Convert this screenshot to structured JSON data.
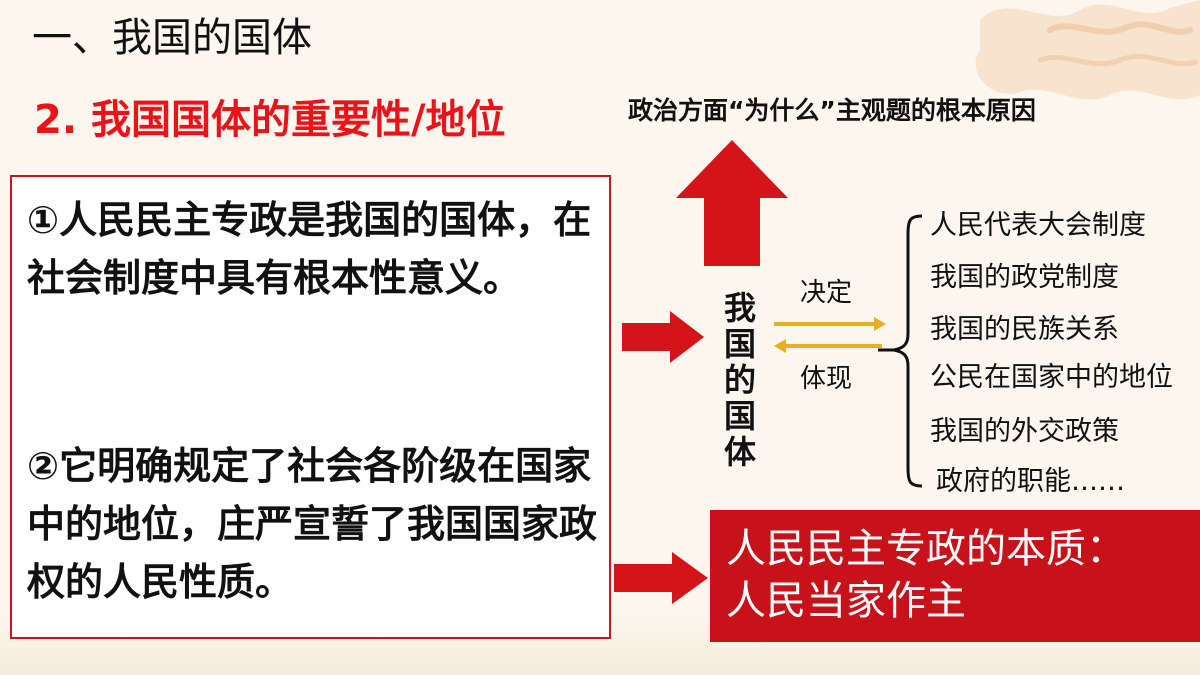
{
  "slide": {
    "title": "一、我国的国体",
    "subtitle": "2. 我国国体的重要性/地位",
    "top_caption": "政治方面“为什么”主观题的根本原因",
    "box_left": {
      "point1": "①人民民主专政是我国的国体，在社会制度中具有根本性意义。",
      "point2": "②它明确规定了社会各阶级在国家中的地位，庄严宣誓了我国国家政权的人民性质。"
    },
    "center_vertical": [
      "我",
      "国",
      "的",
      "国",
      "体"
    ],
    "label_decide": "决定",
    "label_show": "体现",
    "list": [
      "人民代表大会制度",
      "我国的政党制度",
      "我国的民族关系",
      "公民在国家中的地位",
      "我国的外交政策",
      "政府的职能……"
    ],
    "red_box": {
      "line1": "人民民主专政的本质：",
      "line2": "人民当家作主"
    },
    "colors": {
      "accent_red": "#e8141a",
      "arrow_red": "#d4141a",
      "box_red": "#c8121a",
      "yellow_arrow": "#e8b020",
      "background": "#fbf6ee"
    }
  }
}
